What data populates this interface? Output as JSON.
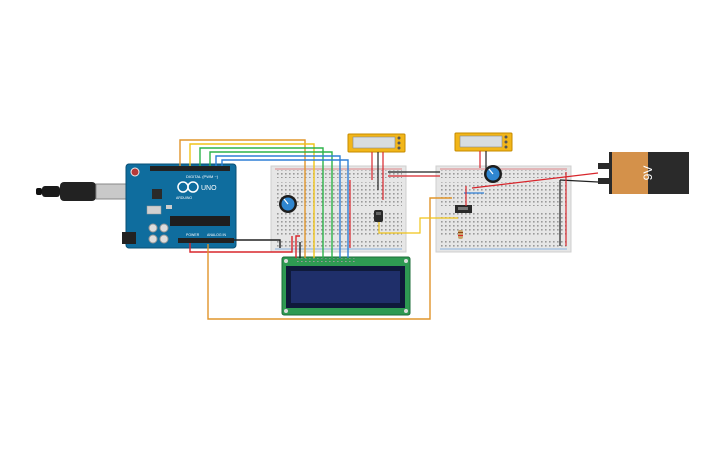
{
  "arduino": {
    "brand": "ARDUINO",
    "model": "UNO",
    "digital_header": "DIGITAL (PWM ~)",
    "power_header": "POWER",
    "analog_header": "ANALOG IN"
  },
  "battery": {
    "label": "9V"
  },
  "colors": {
    "arduino_blue": "#0f6d9e",
    "breadboard": "#e6e6e6",
    "lcd_pcb": "#2e9a52",
    "lcd_screen": "#1f2f6a",
    "battery_orange": "#d4914a",
    "battery_black": "#2a2a2a",
    "wire_orange": "#e0952b",
    "wire_yellow": "#f0c419",
    "wire_green": "#2db34a",
    "wire_blue": "#2f7fd6",
    "wire_red": "#d8262c",
    "wire_black": "#222222",
    "sensor_yellow": "#f2b619"
  }
}
